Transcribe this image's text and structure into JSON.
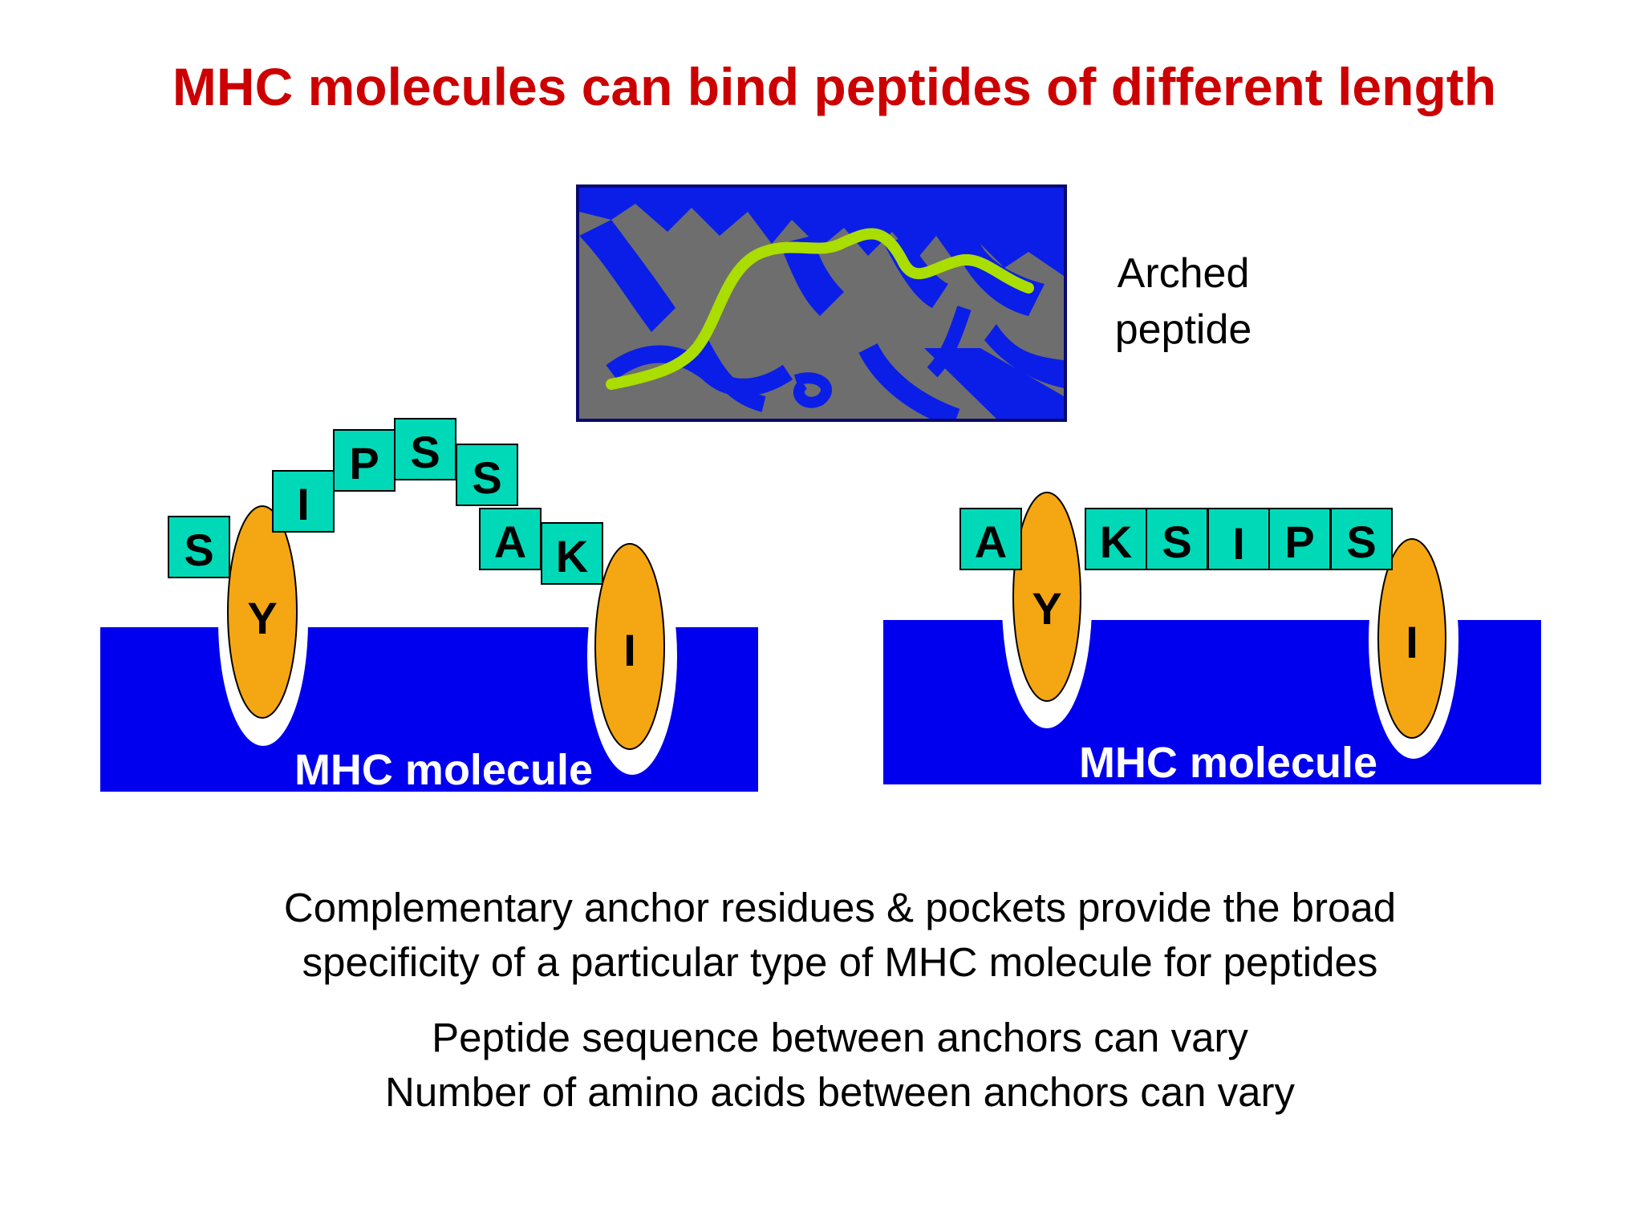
{
  "slide": {
    "title": "MHC molecules can bind peptides of different length",
    "title_color": "#cc0000",
    "inset_label_line1": "Arched",
    "inset_label_line2": "peptide",
    "caption_line1": "Complementary anchor residues & pockets provide the broad",
    "caption_line2": "specificity of a particular type of MHC molecule for peptides",
    "caption_line3": "Peptide sequence between anchors can vary",
    "caption_line4": "Number of amino acids between anchors can vary"
  },
  "colors": {
    "mhc_blue": "#0000ee",
    "anchor_orange": "#f5a613",
    "residue_teal": "#00d9b8",
    "peptide_green": "#aadd00",
    "inset_bg": "#6e6e6e"
  },
  "left_diagram": {
    "mhc_label": "MHC molecule",
    "anchor_left": "Y",
    "anchor_right": "I",
    "residues": [
      "S",
      "I",
      "P",
      "S",
      "S",
      "A",
      "K"
    ]
  },
  "right_diagram": {
    "mhc_label": "MHC molecule",
    "anchor_left": "Y",
    "anchor_right": "I",
    "residues": [
      "A",
      "K",
      "S",
      "I",
      "P",
      "S"
    ]
  }
}
